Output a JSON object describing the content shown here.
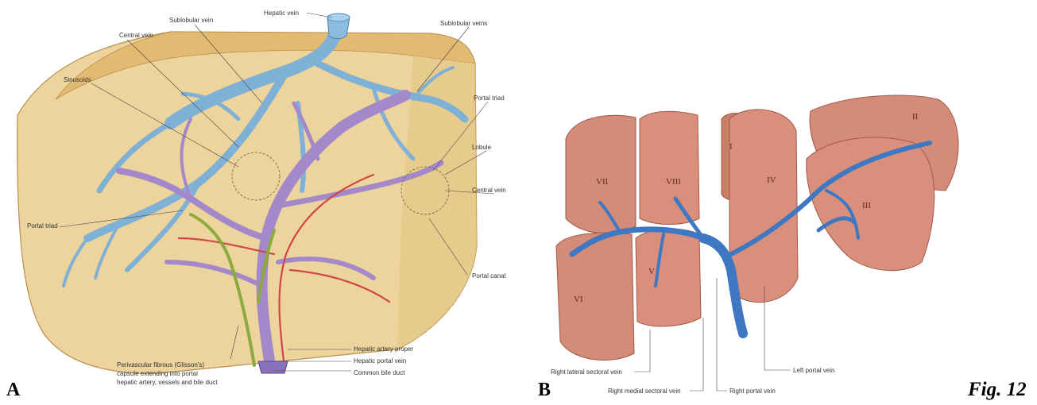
{
  "figure": {
    "panel_a_letter": "A",
    "panel_b_letter": "B",
    "caption": "Fig. 12"
  },
  "panel_a": {
    "labels": {
      "hepatic_vein": "Hepatic vein",
      "sublobular_vein_left": "Sublobular vein",
      "sublobular_vein_right": "Sublobular veins",
      "central_vein_top": "Central vein",
      "sinusoids": "Sinusoids",
      "portal_triad_right": "Portal triad",
      "lobule": "Lobule",
      "central_vein_right": "Central vein",
      "portal_triad_left": "Portal triad",
      "portal_canal": "Portal canal",
      "hepatic_artery": "Hepatic artery proper",
      "hepatic_portal_vein": "Hepatic portal vein",
      "common_bile_duct": "Common bile duct",
      "capsule_line1": "Perivascular fibrous (Glisson's)",
      "capsule_line2": "capsule extending into portal",
      "capsule_line3": "hepatic artery, vessels and bile duct"
    }
  },
  "panel_b": {
    "segments": {
      "s7": "VII",
      "s8": "VIII",
      "s6": "VI",
      "s5": "V",
      "s1": "I",
      "s4": "IV",
      "s2": "II",
      "s3": "III"
    },
    "labels": {
      "right_lateral": "Right lateral sectoral vein",
      "right_medial": "Right medial sectoral vein",
      "right_portal": "Right portal vein",
      "left_portal": "Left portal vein"
    }
  }
}
